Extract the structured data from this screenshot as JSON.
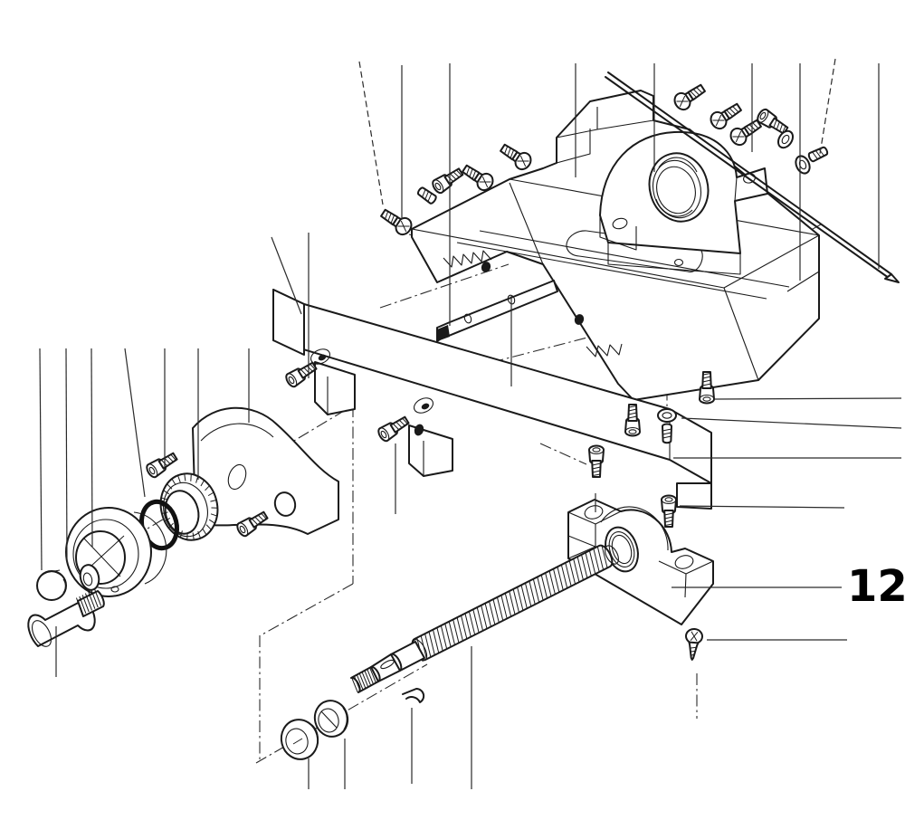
{
  "figure_label": "12",
  "drawing": {
    "type": "exploded-parts-diagram",
    "background_color": "#ffffff",
    "line_color": "#1a1a1a",
    "visible_text": [
      "12"
    ]
  }
}
